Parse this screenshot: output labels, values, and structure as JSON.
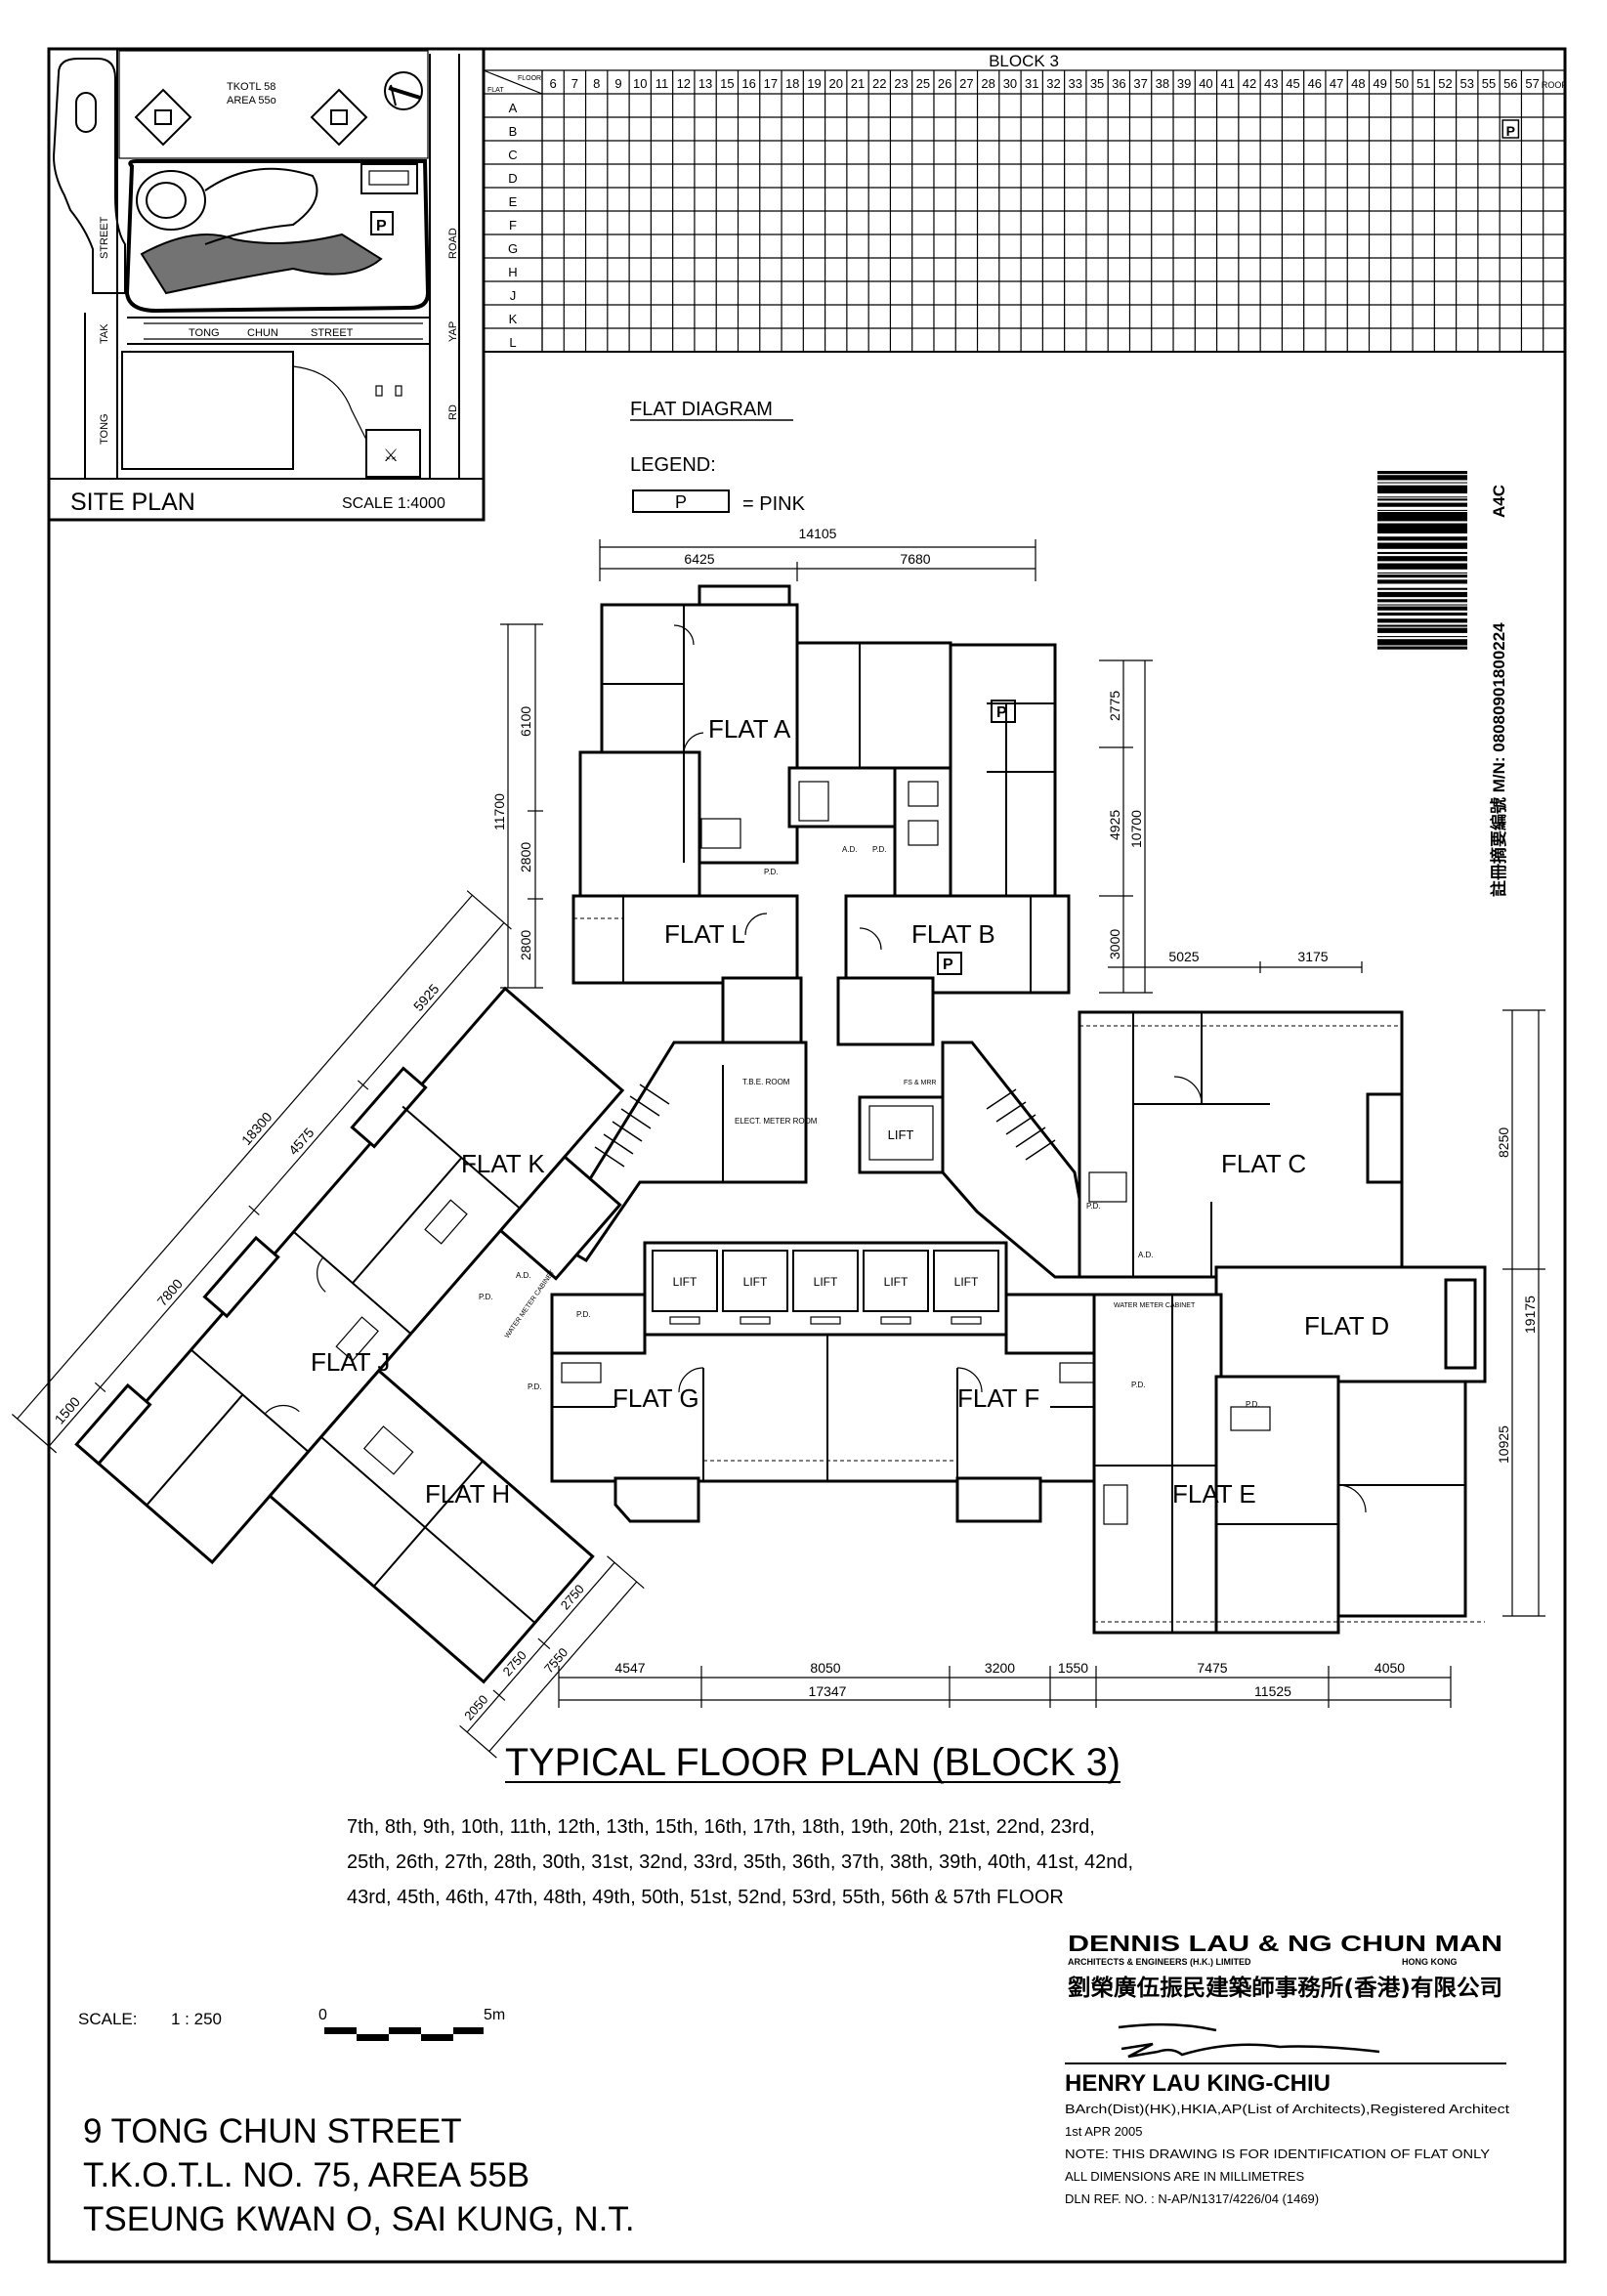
{
  "site_plan": {
    "title": "SITE PLAN",
    "scale": "SCALE 1:4000",
    "lot_label_1": "TKOTL 58",
    "lot_label_2": "AREA 55o",
    "parking": "P",
    "streets": {
      "tong_chun_1": "TONG",
      "tong_chun_2": "CHUN",
      "tong_chun_3": "STREET",
      "tak_tong_1": "STREET",
      "tak_tong_2": "TAK",
      "tak_tong_3": "TONG",
      "yap_1": "ROAD",
      "yap_2": "YAP",
      "yap_3": "RD"
    }
  },
  "flat_table": {
    "title": "BLOCK 3",
    "floor_header": "FLOOR",
    "flat_header": "FLAT",
    "floors": [
      "6",
      "7",
      "8",
      "9",
      "10",
      "11",
      "12",
      "13",
      "15",
      "16",
      "17",
      "18",
      "19",
      "20",
      "21",
      "22",
      "23",
      "25",
      "26",
      "27",
      "28",
      "30",
      "31",
      "32",
      "33",
      "35",
      "36",
      "37",
      "38",
      "39",
      "40",
      "41",
      "42",
      "43",
      "45",
      "46",
      "47",
      "48",
      "49",
      "50",
      "51",
      "52",
      "53",
      "55",
      "56",
      "57",
      "ROOF"
    ],
    "flats": [
      "A",
      "B",
      "C",
      "D",
      "E",
      "F",
      "G",
      "H",
      "J",
      "K",
      "L"
    ],
    "marks": [
      {
        "flat": "B",
        "floor": "56",
        "value": "P"
      }
    ]
  },
  "flat_diagram": {
    "title": "FLAT DIAGRAM",
    "legend_label": "LEGEND:",
    "legend_symbol": "P",
    "legend_text": "= PINK",
    "legend_color_name": "pink"
  },
  "barcode": {
    "text": "註冊摘要編號 M/N: 08080901800224",
    "code": "A4C"
  },
  "plan": {
    "flats": {
      "A": "FLAT A",
      "B": "FLAT B",
      "C": "FLAT C",
      "D": "FLAT D",
      "E": "FLAT E",
      "F": "FLAT F",
      "G": "FLAT G",
      "H": "FLAT H",
      "J": "FLAT J",
      "K": "FLAT K",
      "L": "FLAT L"
    },
    "pink_mark": "P",
    "lift": "LIFT",
    "rooms": {
      "tbe_room": "T.B.E. ROOM",
      "elect_meter_room": "ELECT. METER ROOM",
      "water_meter_cabinet": "WATER METER CABINET",
      "water_meter_cabinet_2": "WATER METER CABINET",
      "fs_mrr": "FS & MRR",
      "ad": "A.D.",
      "pd": "P.D."
    },
    "dims": {
      "top_total": "14105",
      "top_a": "6425",
      "top_b": "7680",
      "left_total": "11700",
      "left_1": "6100",
      "left_2": "2800",
      "left_3": "2800",
      "right_b_1": "2775",
      "right_b_2": "4925",
      "right_b_3": "3000",
      "right_b_total": "10700",
      "right_h_1": "5025",
      "right_h_2": "3175",
      "right_c": "8250",
      "right_total": "19175",
      "right_de": "10925",
      "bottom": [
        "4547",
        "8050",
        "3200",
        "1550",
        "7475",
        "4050"
      ],
      "bottom_total_1": "17347",
      "bottom_total_2": "11525",
      "diag_1": "5925",
      "diag_2": "4575",
      "diag_3": "7800",
      "diag_4": "1500",
      "diag_total": "18300",
      "h_1": "2050",
      "h_2": "2750",
      "h_3": "2750",
      "h_total": "7550"
    }
  },
  "title": "TYPICAL FLOOR PLAN (BLOCK 3)",
  "floors_text": [
    "7th, 8th, 9th, 10th, 11th, 12th, 13th, 15th, 16th, 17th, 18th, 19th, 20th, 21st, 22nd, 23rd,",
    "25th, 26th, 27th, 28th, 30th, 31st, 32nd, 33rd, 35th, 36th, 37th, 38th, 39th, 40th, 41st, 42nd,",
    "43rd, 45th, 46th, 47th, 48th, 49th, 50th, 51st, 52nd, 53rd, 55th, 56th & 57th FLOOR"
  ],
  "scale": {
    "label": "SCALE:",
    "ratio": "1 : 250",
    "bar_start": "0",
    "bar_end": "5m"
  },
  "address": [
    "9 TONG CHUN STREET",
    "T.K.O.T.L. NO. 75, AREA 55B",
    "TSEUNG KWAN O, SAI KUNG, N.T."
  ],
  "firm": {
    "name": "DENNIS LAU & NG CHUN MAN",
    "subtitle": "ARCHITECTS & ENGINEERS (H.K.) LIMITED",
    "location": "HONG KONG",
    "name_zh": "劉榮廣伍振民建築師事務所(香港)有限公司"
  },
  "signatory": {
    "name": "HENRY LAU KING-CHIU",
    "credentials": "BArch(Dist)(HK),HKIA,AP(List of Architects),Registered Architect",
    "date": "1st APR 2005",
    "note": "NOTE: THIS DRAWING IS FOR IDENTIFICATION OF FLAT ONLY",
    "units": "ALL DIMENSIONS ARE IN MILLIMETRES",
    "ref": "DLN REF. NO. : N-AP/N1317/4226/04 (1469)"
  }
}
